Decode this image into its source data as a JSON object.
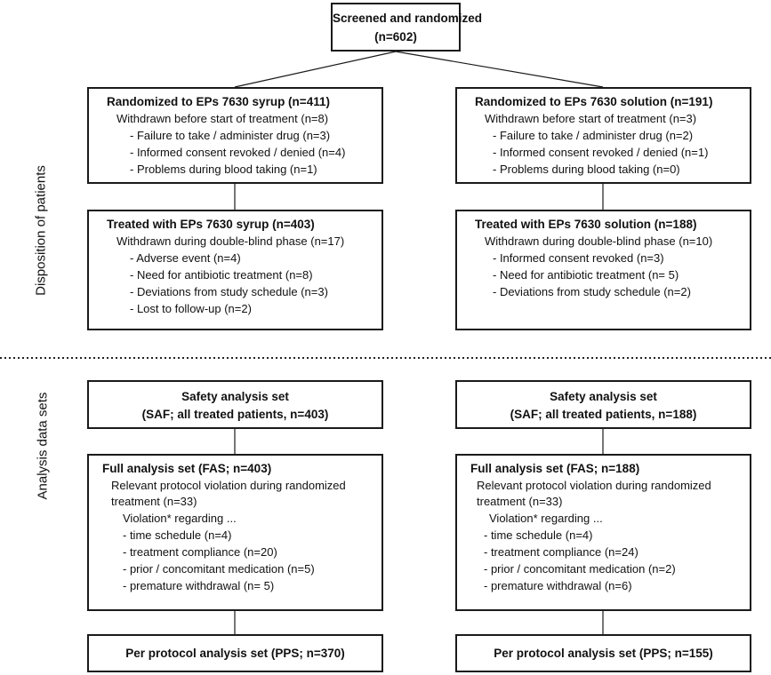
{
  "side_labels": {
    "disposition": "Disposition of patients",
    "analysis": "Analysis data sets"
  },
  "screened": {
    "title": "Screened and randomized",
    "n": "(n=602)"
  },
  "syrup": {
    "randomized": {
      "title": "Randomized to EPs 7630 syrup (n=411)",
      "lines": [
        "Withdrawn before start of treatment (n=8)",
        "- Failure to take / administer drug (n=3)",
        "- Informed consent revoked / denied (n=4)",
        "- Problems during blood taking (n=1)"
      ]
    },
    "treated": {
      "title": "Treated with EPs 7630 syrup (n=403)",
      "lines": [
        "Withdrawn during double-blind phase (n=17)",
        "- Adverse event (n=4)",
        "- Need for antibiotic treatment (n=8)",
        "- Deviations from study schedule (n=3)",
        "- Lost to follow-up (n=2)"
      ]
    },
    "safety": {
      "title": "Safety analysis set",
      "sub": "(SAF; all treated patients, n=403)"
    },
    "fas": {
      "title": "Full analysis set (FAS; n=403)",
      "lines": [
        "Relevant protocol violation during randomized",
        "treatment (n=33)",
        "Violation* regarding ...",
        "- time schedule (n=4)",
        "- treatment compliance (n=20)",
        "- prior / concomitant medication (n=5)",
        "- premature withdrawal (n= 5)"
      ]
    },
    "pps": {
      "title": "Per protocol analysis set (PPS; n=370)"
    }
  },
  "solution": {
    "randomized": {
      "title": "Randomized to EPs 7630 solution (n=191)",
      "lines": [
        "Withdrawn before start of treatment (n=3)",
        "- Failure to take / administer drug (n=2)",
        "- Informed consent revoked / denied (n=1)",
        "- Problems during blood taking (n=0)"
      ]
    },
    "treated": {
      "title": "Treated with EPs 7630 solution (n=188)",
      "lines": [
        "Withdrawn during double-blind phase (n=10)",
        "- Informed consent revoked (n=3)",
        "- Need for antibiotic treatment (n= 5)",
        "- Deviations from study schedule (n=2)"
      ]
    },
    "safety": {
      "title": "Safety analysis set",
      "sub": "(SAF; all treated patients, n=188)"
    },
    "fas": {
      "title": "Full analysis set (FAS; n=188)",
      "lines": [
        "Relevant protocol violation during randomized",
        "treatment (n=33)",
        "Violation* regarding ...",
        "- time schedule (n=4)",
        "- treatment compliance (n=24)",
        "- prior / concomitant medication (n=2)",
        "- premature withdrawal (n=6)"
      ]
    },
    "pps": {
      "title": "Per protocol analysis set (PPS; n=155)"
    }
  }
}
